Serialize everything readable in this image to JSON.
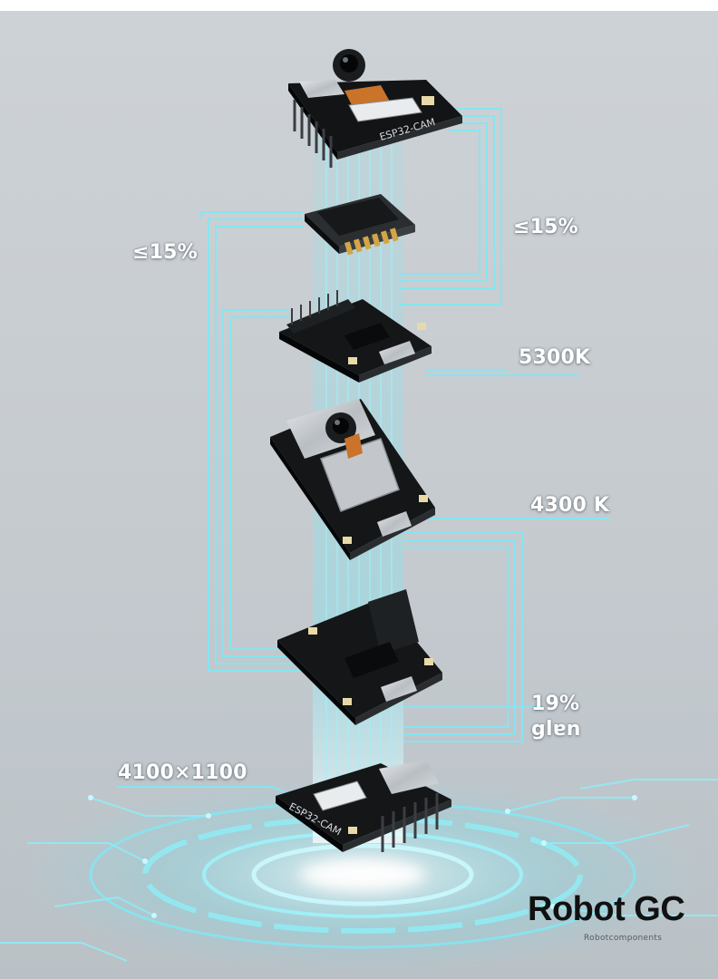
{
  "labels": {
    "top_right": "≤15%",
    "top_left": "≤15%",
    "mid_1": "5300K",
    "mid_2": "4300 K",
    "lower_right_line1": "19%",
    "lower_right_line2": "glɐn",
    "bottom_left": "4100×1100"
  },
  "boards": {
    "top_silk": "ESP32-CAM",
    "bottom_silk": "ESP32-CAM"
  },
  "brand": {
    "name": "Robot GC",
    "tagline": "Robotcomponents"
  },
  "colors": {
    "trace": "#7fe9f5",
    "glow": "#5ee3f2",
    "pcb": "#141618",
    "gold": "#d4a545",
    "background": "#c9ced2"
  }
}
